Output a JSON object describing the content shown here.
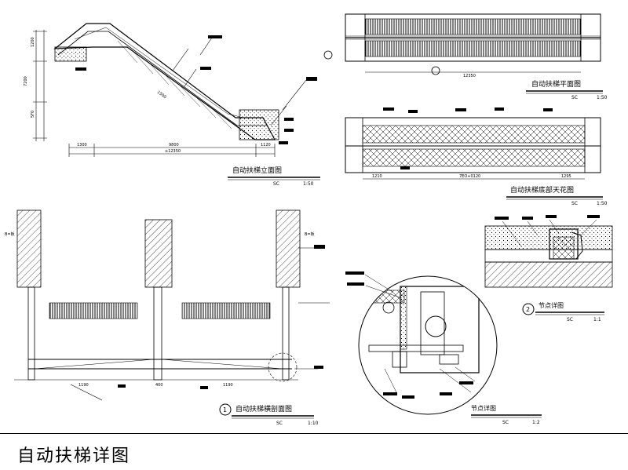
{
  "sheet_title": "自动扶梯详图",
  "views": {
    "elevation": {
      "title": "自动扶梯立面图",
      "scale_code": "SC",
      "scale": "1:50",
      "dims": [
        "1300",
        "9800",
        "1120",
        "≥12350",
        "1200",
        "7200",
        "5F0",
        "1500"
      ]
    },
    "plan": {
      "title": "自动扶梯平面图",
      "scale_code": "SC",
      "scale": "1:50",
      "dims": [
        "12350"
      ]
    },
    "ceiling": {
      "title": "自动扶梯底部天花图",
      "scale_code": "SC",
      "scale": "1:50",
      "dims": [
        "1210",
        "7EO+0120",
        "1295"
      ]
    },
    "section": {
      "title": "自动扶梯横剖面图",
      "number": "1",
      "scale_code": "SC",
      "scale": "1:10",
      "dims": [
        "1190",
        "400",
        "1190"
      ],
      "labels": [
        "B=板",
        "B=板"
      ]
    },
    "detail1": {
      "title": "节点详图",
      "scale_code": "SC",
      "scale": "1:2"
    },
    "detail2": {
      "title": "节点详图",
      "number": "2",
      "scale_code": "SC",
      "scale": "1:1"
    }
  }
}
